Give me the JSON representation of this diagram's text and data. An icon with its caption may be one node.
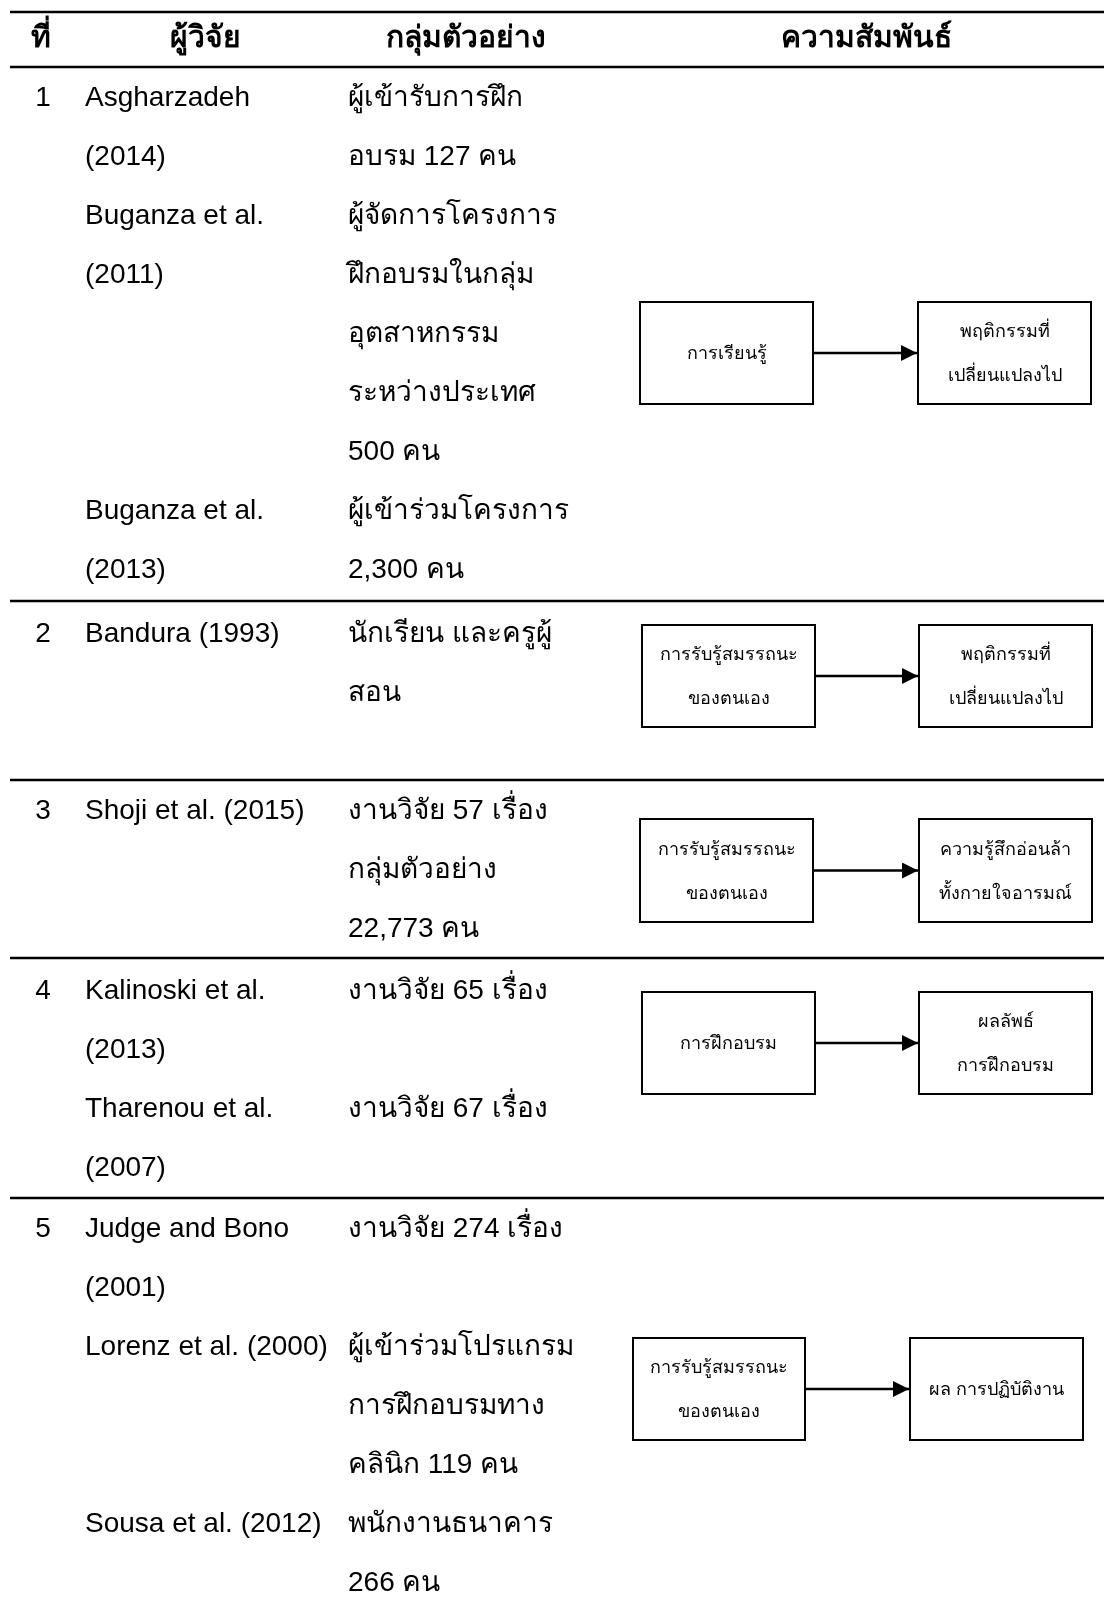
{
  "diagram": {
    "nodes": [
      {
        "text": [
          "การเรียนรู้"
        ]
      },
      {
        "text": [
          "พฤติกรรมที่ เปลี่ยนแปลงไป"
        ]
      },
      {
        "text": [
          "การรับรู้สมรรถนะ ของตนเอง"
        ]
      },
      {
        "text": [
          "พฤติกรรมที่ เปลี่ยนแปลงไป"
        ]
      },
      {
        "text": [
          "การรับรู้สมรรถนะ ของตนเอง"
        ]
      },
      {
        "text": [
          "ความรู้สึกอ่อนล้า ทั้งกายใจอารมณ์"
        ]
      },
      {
        "text": [
          "การฝึกอบรม"
        ]
      },
      {
        "text": [
          "ผลลัพธ์ การฝึกอบรม"
        ]
      },
      {
        "text": [
          "การรับรู้สมรรถนะ ของตนเอง"
        ]
      },
      {
        "text": [
          "ผล การปฏิบัติงาน"
        ]
      }
    ],
    "edges": [
      {
        "from": 0,
        "to": 1,
        "arrow": "to"
      },
      {
        "from": 2,
        "to": 3,
        "arrow": "to"
      },
      {
        "from": 4,
        "to": 5,
        "arrow": "to"
      },
      {
        "from": 6,
        "to": 7,
        "arrow": "to"
      },
      {
        "from": 8,
        "to": 9,
        "arrow": "to"
      }
    ],
    "labels": [
      "ที่",
      "ผู้วิจัย",
      "กลุ่มตัวอย่าง",
      "ความสัมพันธ์",
      "1",
      "Asgharzadeh (2014)",
      "ผู้เข้ารับการฝึกอบรม 127 คน",
      "Buganza et al. (2011)",
      "ผู้จัดการโครงการฝึกอบรมในกลุ่มอุตสาหกรรมระหว่างประเทศ 500 คน",
      "Buganza et al. (2013)",
      "ผู้เข้าร่วมโครงการ 2,300 คน",
      "2",
      "Bandura (1993)",
      "นักเรียน และครูผู้สอน",
      "3",
      "Shoji et al. (2015)",
      "งานวิจัย 57 เรื่อง กลุ่มตัวอย่าง 22,773 คน",
      "4",
      "Kalinoski et al. (2013)",
      "งานวิจัย 65 เรื่อง",
      "Tharenou et al. (2007)",
      "งานวิจัย 67 เรื่อง",
      "5",
      "Judge and Bono (2001)",
      "งานวิจัย 274 เรื่อง",
      "Lorenz et al. (2000)",
      "ผู้เข้าร่วมโปรแกรมการฝึกอบรมทางคลินิก 119 คน",
      "Sousa et al. (2012)",
      "พนักงานธนาคาร 266 คน"
    ]
  }
}
